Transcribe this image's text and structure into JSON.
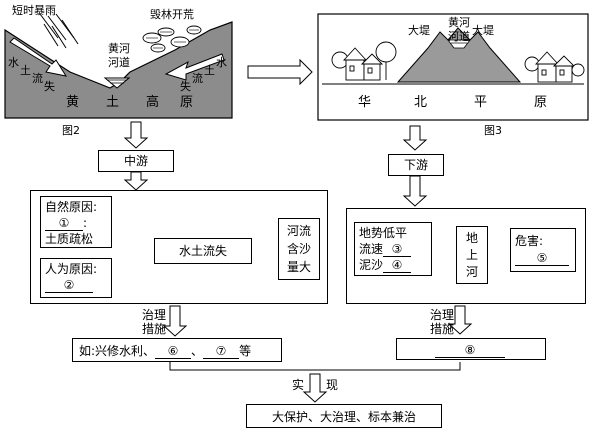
{
  "fig2": {
    "caption": "图2",
    "storm": "短时暴雨",
    "deforest": "毁林开荒",
    "channel": [
      "黄河",
      "河道"
    ],
    "erosion_left": [
      "水",
      "土",
      "流",
      "失"
    ],
    "erosion_right": [
      "水",
      "土",
      "流",
      "失"
    ],
    "plateau": [
      "黄",
      "土",
      "高",
      "原"
    ]
  },
  "fig3": {
    "caption": "图3",
    "levee_left": "大堤",
    "levee_right": "大堤",
    "channel": [
      "黄河",
      "河道"
    ],
    "plain": [
      "华",
      "北",
      "平",
      "原"
    ]
  },
  "flow": {
    "midstream": "中游",
    "downstream": "下游",
    "natural_cause_title": "自然原因:",
    "natural_blank": "①",
    "natural_colon": ":",
    "natural_soil": "土质疏松",
    "human_cause_title": "人为原因:",
    "human_blank": "②",
    "soil_erosion": "水土流失",
    "sediment": [
      "河流",
      "含沙",
      "量大"
    ],
    "terrain": "地势低平",
    "speed_label": "流速",
    "speed_blank": "③",
    "silt_label": "泥沙",
    "silt_blank": "④",
    "elevated": [
      "地",
      "上",
      "河"
    ],
    "harm_label": "危害:",
    "harm_blank": "⑤",
    "measures_left": [
      "治理",
      "措施"
    ],
    "measures_right": [
      "治理",
      "措施"
    ],
    "example_prefix": "如:兴修水利、",
    "blank6": "⑥",
    "sep": "、",
    "blank7": "⑦",
    "etc": "等",
    "blank8": "⑧",
    "achieve": [
      "实",
      "现"
    ],
    "goal": "大保护、大治理、标本兼治"
  }
}
